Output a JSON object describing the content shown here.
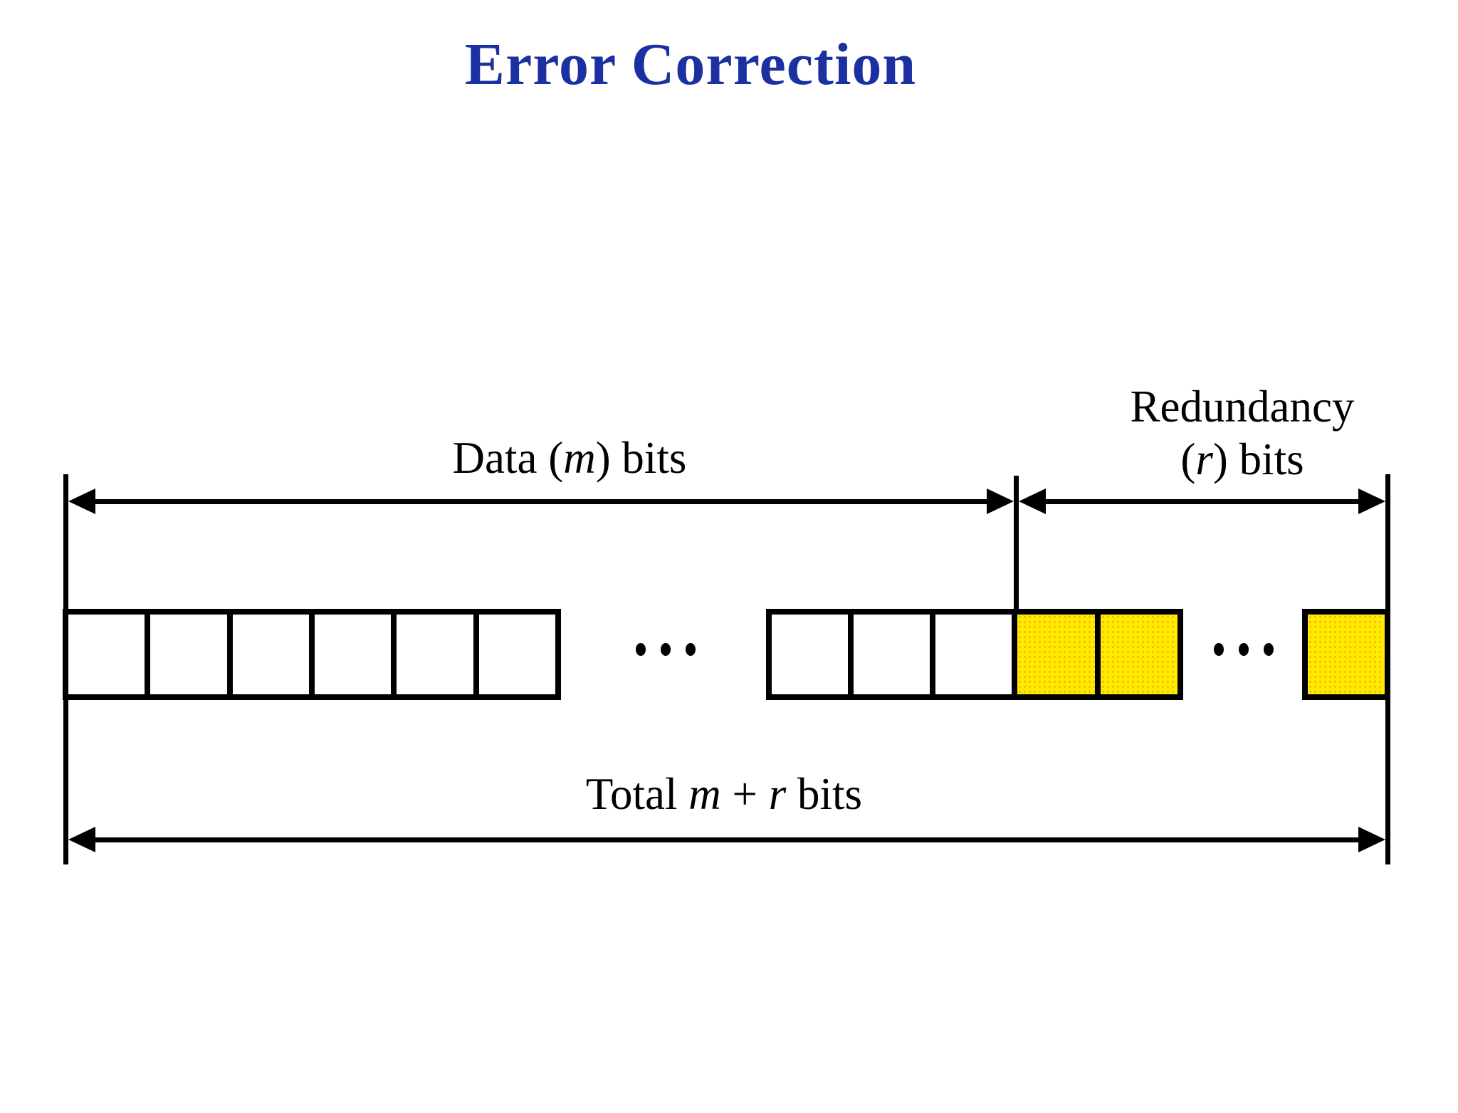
{
  "slide": {
    "title": "Error Correction",
    "title_color": "#1b31a2"
  },
  "diagram": {
    "labels": {
      "data": {
        "prefix": "Data (",
        "var": "m",
        "suffix": ") bits"
      },
      "redundancy": {
        "line1": "Redundancy",
        "l2_prefix": "(",
        "var": "r",
        "l2_suffix": ") bits"
      },
      "total": {
        "prefix": "Total ",
        "var_m": "m",
        "plus": " + ",
        "var_r": "r",
        "suffix": " bits"
      }
    },
    "cells": {
      "data_group1_count": 6,
      "data_group2_count": 3,
      "redundancy_group_count": 2,
      "redundancy_tail_count": 1
    },
    "colors": {
      "data_cell_fill": "#ffffff",
      "redundancy_cell_fill": "#ffea00",
      "line": "#000000"
    },
    "icons": {
      "ellipsis": "…"
    }
  }
}
